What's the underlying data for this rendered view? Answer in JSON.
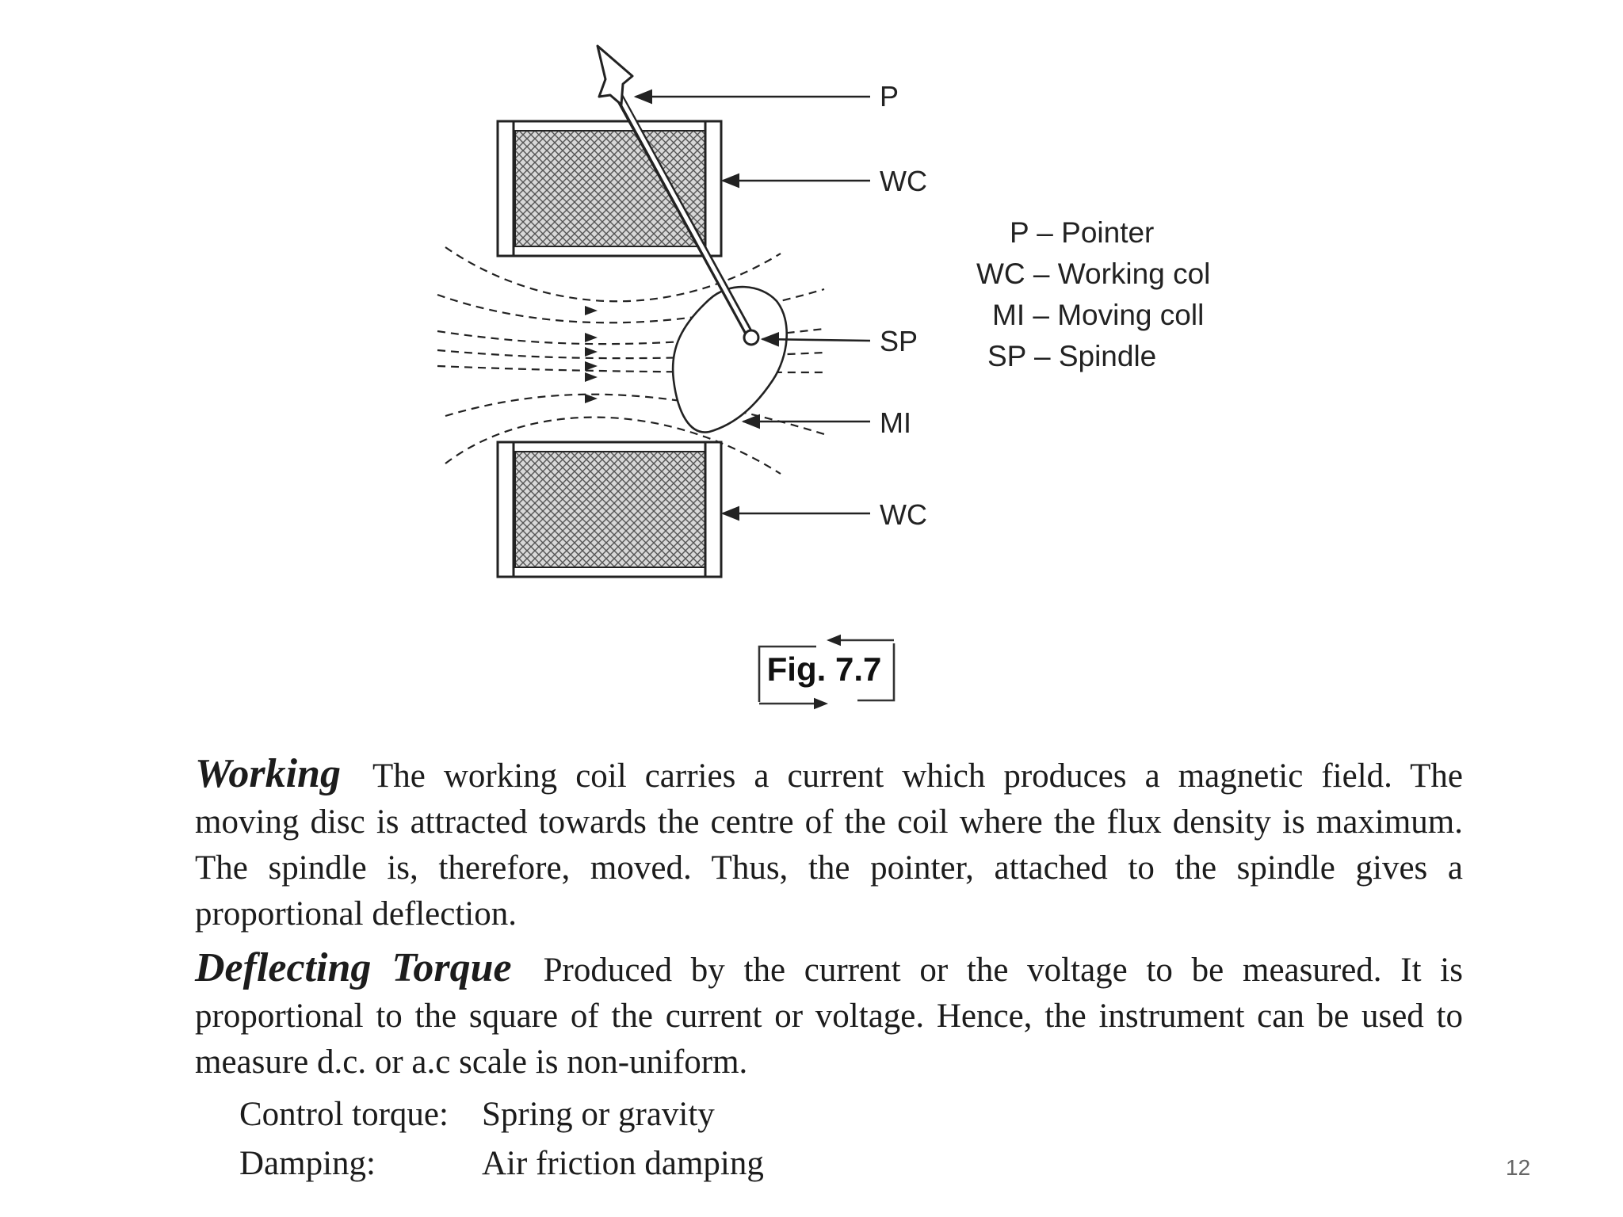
{
  "figure": {
    "callouts": {
      "pointer": "P",
      "working_coil_top": "WC",
      "spindle": "SP",
      "moving_iron": "MI",
      "working_coil_bottom": "WC"
    },
    "caption": "Fig. 7.7"
  },
  "legend": [
    "P – Pointer",
    "WC – Working col",
    "MI – Moving coll",
    "SP – Spindle"
  ],
  "sections": {
    "working": {
      "heading": "Working",
      "text": "The working coil carries a current which produces a magnetic field. The moving disc is attracted towards the centre of the coil where the flux density is maximum. The spindle is, therefore, moved. Thus, the pointer, attached to the spindle gives a proportional deflection."
    },
    "deflecting": {
      "heading": "Deflecting Torque",
      "text": "Produced by the current or the voltage to be measured. It is proportional to the square of the current or voltage. Hence, the instrument can be used to measure d.c. or a.c scale is non-uniform."
    }
  },
  "properties": [
    {
      "label": "Control torque:",
      "value": "Spring or gravity"
    },
    {
      "label": "Damping:",
      "value": "Air friction damping"
    }
  ],
  "page_number": "12"
}
